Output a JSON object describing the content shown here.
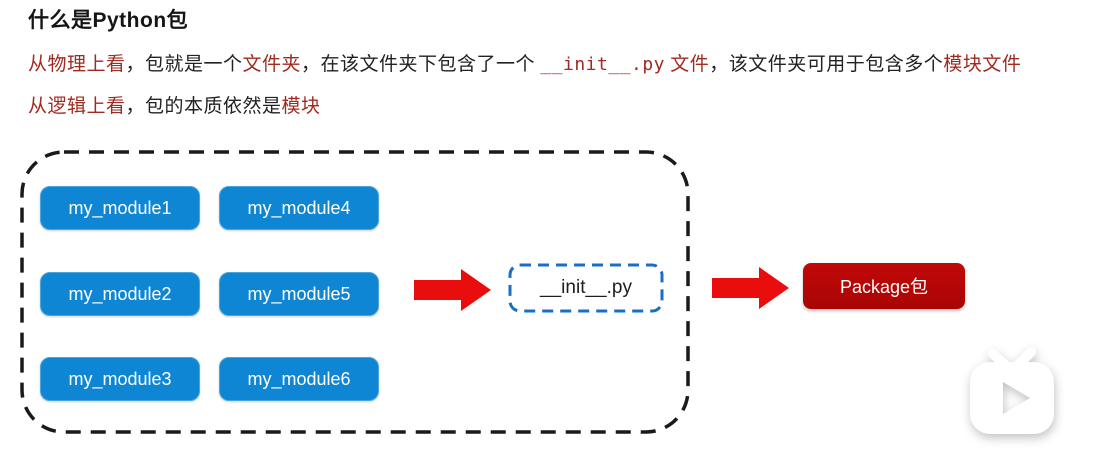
{
  "title": "什么是Python包",
  "paragraph": {
    "line1": [
      {
        "text": "从物理上看"
      },
      {
        "text": "，包就是一个"
      },
      {
        "text": "文件夹"
      },
      {
        "text": "，在该文件夹下包含了一个 "
      },
      {
        "text": "__init__.py"
      },
      {
        "text": " 文件"
      },
      {
        "text": "，该文件夹可用于包含多个"
      },
      {
        "text": "模块文件"
      }
    ],
    "line2": [
      {
        "text": "从逻辑上看"
      },
      {
        "text": "，包的本质依然是"
      },
      {
        "text": "模块"
      }
    ]
  },
  "diagram": {
    "modules": [
      "my_module1",
      "my_module2",
      "my_module3",
      "my_module4",
      "my_module5",
      "my_module6"
    ],
    "init_label": "__init__.py",
    "package_label": "Package包"
  },
  "watermark": {
    "icon": "bilibili-tv-play-icon"
  },
  "colors": {
    "module_blue": "#0e86d3",
    "module_border": "#4aa5dc",
    "arrow_red": "#e90d0d",
    "package_red": "#c10808",
    "init_border_blue": "#1b6ec2",
    "container_dash": "#1a1a1a",
    "text_red": "#a02b20",
    "text_black": "#222222",
    "title_color": "#151515"
  }
}
